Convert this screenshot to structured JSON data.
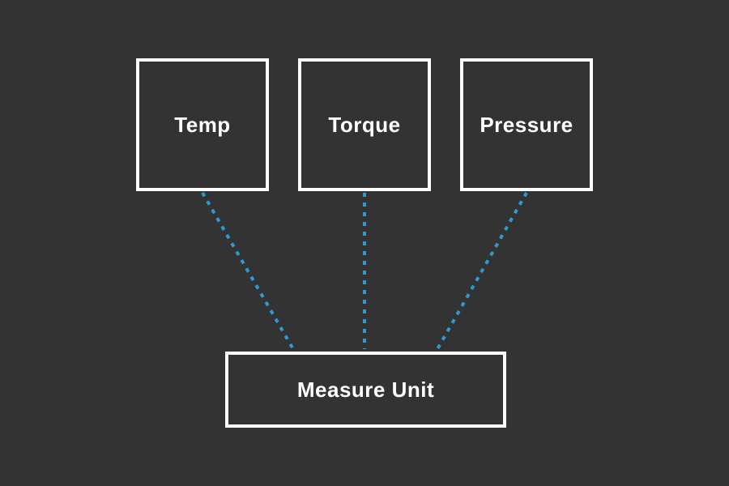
{
  "diagram": {
    "background_color": "#333333",
    "node_border_color": "#ffffff",
    "node_fill_color": "#333333",
    "node_text_color": "#ffffff",
    "connector_color": "#2e9ad2",
    "connector_style": "dashed",
    "nodes": [
      {
        "id": "temp",
        "label": "Temp"
      },
      {
        "id": "torque",
        "label": "Torque"
      },
      {
        "id": "pressure",
        "label": "Pressure"
      },
      {
        "id": "measure-unit",
        "label": "Measure Unit"
      }
    ],
    "edges": [
      {
        "from": "temp",
        "to": "measure-unit",
        "style": "dashed"
      },
      {
        "from": "torque",
        "to": "measure-unit",
        "style": "dashed"
      },
      {
        "from": "pressure",
        "to": "measure-unit",
        "style": "dashed"
      }
    ]
  }
}
